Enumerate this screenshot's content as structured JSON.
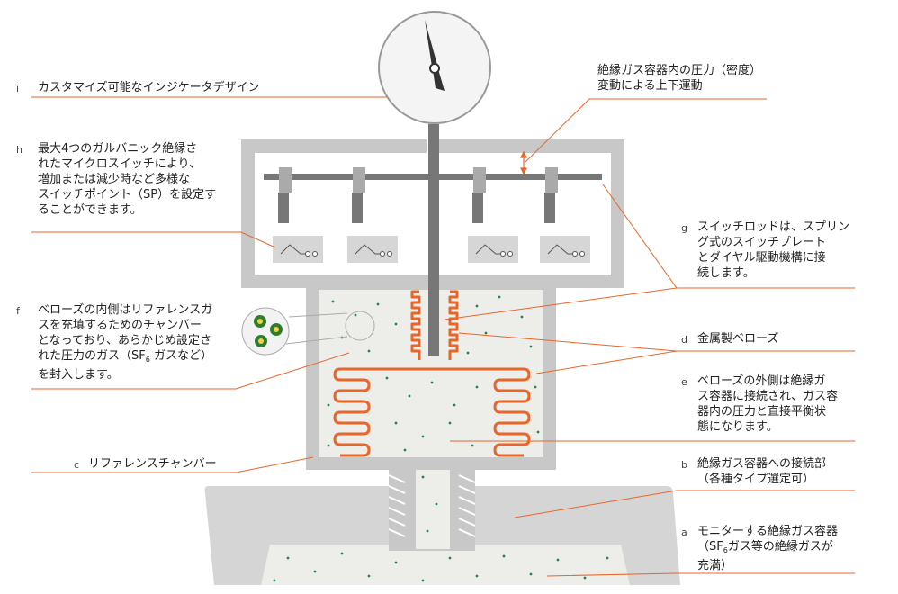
{
  "labels": {
    "i": {
      "letter": "i",
      "lines": [
        "カスタマイズ可能なインジケータデザイン"
      ]
    },
    "h": {
      "letter": "h",
      "lines": [
        "最大4つのガルバニック絶縁さ",
        "れたマイクロスイッチにより、",
        "増加または減少時など多様な",
        "スイッチポイント（SP）を設定す",
        "ることができます。"
      ]
    },
    "f": {
      "letter": "f",
      "lines": [
        "ベローズの内側はリファレンスガ",
        "スを充填するためのチャンバー",
        "となっており、あらかじめ設定さ"
      ],
      "line4_pre": "れた圧力のガス（SF",
      "line4_sub": "6",
      "line4_post": " ガスなど）",
      "line5": "を封入します。"
    },
    "c": {
      "letter": "c",
      "lines": [
        "リファレンスチャンバー"
      ]
    },
    "top": {
      "lines": [
        "絶縁ガス容器内の圧力（密度）",
        "変動による上下運動"
      ]
    },
    "g": {
      "letter": "g",
      "lines": [
        "スイッチロッドは、スプリン",
        "グ式のスイッチプレート",
        "とダイヤル駆動機構に接",
        "続します。"
      ]
    },
    "d": {
      "letter": "d",
      "lines": [
        "金属製ベローズ"
      ]
    },
    "e": {
      "letter": "e",
      "lines": [
        "ベローズの外側は絶縁ガ",
        "ス容器に接続され、ガス容",
        "器内の圧力と直接平衡状",
        "態になります。"
      ]
    },
    "b": {
      "letter": "b",
      "lines": [
        "絶縁ガス容器への接続部",
        "（各種タイプ選定可）"
      ]
    },
    "a": {
      "letter": "a",
      "line1": "モニターする絶縁ガス容器",
      "line2_pre": "（SF",
      "line2_sub": "6",
      "line2_post": "ガス等の絶縁ガスが",
      "line3": "充満）"
    }
  },
  "colors": {
    "leader": "#e8662a",
    "bellows": "#e8662a",
    "frame": "#c8c8c8",
    "gas_fill": "#ededea",
    "dots": "#1a8a4a",
    "gauge_border": "#999999"
  }
}
